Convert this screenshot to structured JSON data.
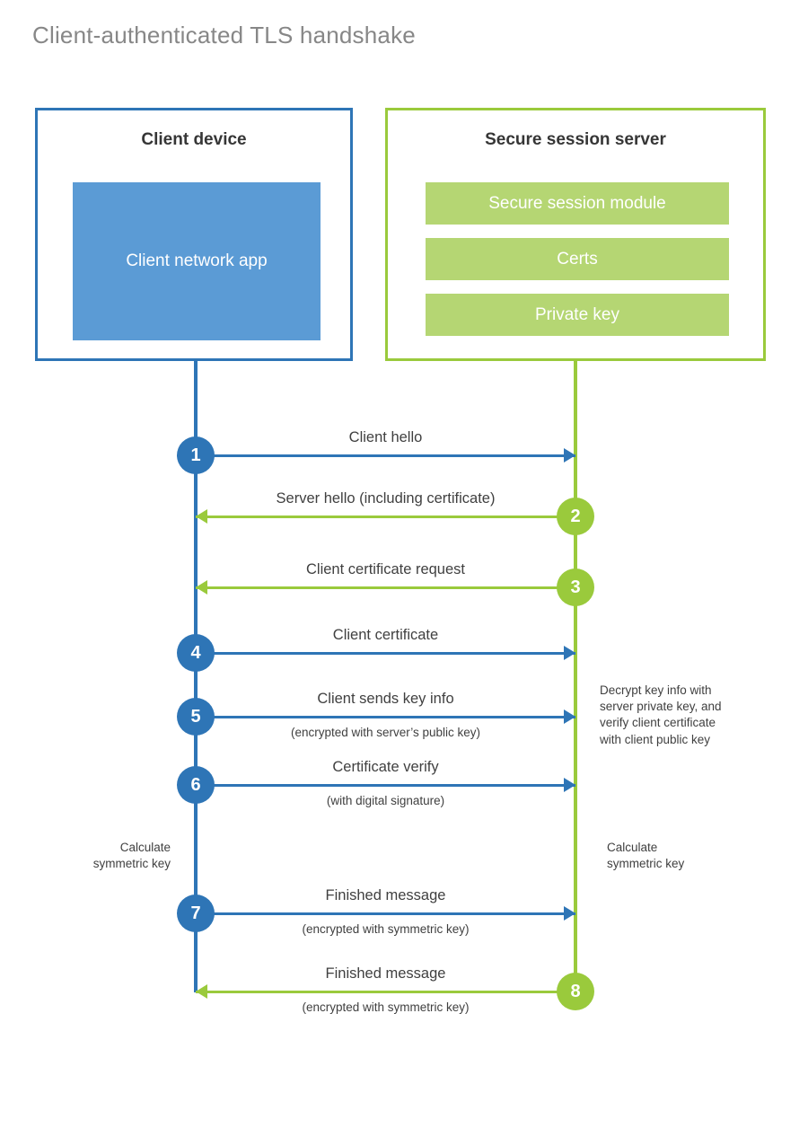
{
  "title": "Client-authenticated TLS handshake",
  "colors": {
    "client_border": "#2E75B6",
    "client_app_fill": "#5B9BD5",
    "server_border": "#9ACA3C",
    "server_block_fill": "#B5D673",
    "text": "#404040",
    "title_text": "#878787"
  },
  "actors": {
    "client": {
      "title": "Client device",
      "blocks": [
        "Client network\napp"
      ]
    },
    "server": {
      "title": "Secure session server",
      "blocks": [
        "Secure session module",
        "Certs",
        "Private key"
      ]
    }
  },
  "steps": [
    {
      "number": "1",
      "label": "Client hello",
      "sublabel": "",
      "direction": "client-to-server",
      "color": "#2E75B6"
    },
    {
      "number": "2",
      "label": "Server hello (including certificate)",
      "sublabel": "",
      "direction": "server-to-client",
      "color": "#9ACA3C"
    },
    {
      "number": "3",
      "label": "Client certificate request",
      "sublabel": "",
      "direction": "server-to-client",
      "color": "#9ACA3C"
    },
    {
      "number": "4",
      "label": "Client certificate",
      "sublabel": "",
      "direction": "client-to-server",
      "color": "#2E75B6"
    },
    {
      "number": "5",
      "label": "Client sends key info",
      "sublabel": "(encrypted with server’s public key)",
      "direction": "client-to-server",
      "color": "#2E75B6"
    },
    {
      "number": "6",
      "label": "Certificate verify",
      "sublabel": "(with digital signature)",
      "direction": "client-to-server",
      "color": "#2E75B6"
    },
    {
      "number": "7",
      "label": "Finished message",
      "sublabel": "(encrypted with symmetric key)",
      "direction": "client-to-server",
      "color": "#2E75B6"
    },
    {
      "number": "8",
      "label": "Finished message",
      "sublabel": "(encrypted with symmetric key)",
      "direction": "server-to-client",
      "color": "#9ACA3C"
    }
  ],
  "notes": {
    "server_decrypt": "Decrypt key info with\nserver private key, and\nverify client certificate\nwith client public key",
    "client_calculate": "Calculate\nsymmetric key",
    "server_calculate": "Calculate\nsymmetric key"
  }
}
